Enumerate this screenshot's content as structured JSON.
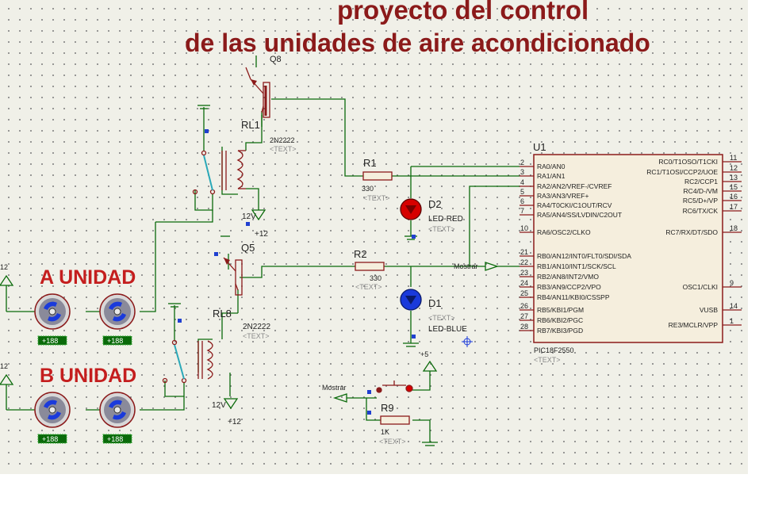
{
  "title": {
    "line1": "proyecto del control",
    "line2": "de las unidades de aire acondicionado"
  },
  "units": {
    "a_label": "A UNIDAD",
    "b_label": "B UNIDAD",
    "motor_readout": "+188"
  },
  "components": {
    "q8": {
      "ref": "Q8",
      "model": "2N2222",
      "text": "<TEXT>"
    },
    "q5": {
      "ref": "Q5",
      "model": "2N2222",
      "text": "<TEXT>"
    },
    "rl1": {
      "ref": "RL1",
      "coil": "12V"
    },
    "rl8": {
      "ref": "RL8",
      "coil": "12V"
    },
    "r1": {
      "ref": "R1",
      "value": "330",
      "text": "<TEXT>"
    },
    "r2": {
      "ref": "R2",
      "value": "330",
      "text": "<TEXT>"
    },
    "r9": {
      "ref": "R9",
      "value": "1K",
      "text": "<TEXT>"
    },
    "d2": {
      "ref": "D2",
      "model": "LED-RED",
      "text": "<TEXT>"
    },
    "d1": {
      "ref": "D1",
      "model": "LED-BLUE",
      "text": "<TEXT>"
    },
    "u1": {
      "ref": "U1",
      "model": "PIC18F2550",
      "text": "<TEXT>"
    }
  },
  "power": {
    "v12": "+12",
    "v5": "+5",
    "v12_left": "12"
  },
  "net_label": "Mostrar",
  "pic_left_pins": [
    {
      "num": "2",
      "name": "RA0/AN0"
    },
    {
      "num": "3",
      "name": "RA1/AN1"
    },
    {
      "num": "4",
      "name": "RA2/AN2/VREF-/CVREF"
    },
    {
      "num": "5",
      "name": "RA3/AN3/VREF+"
    },
    {
      "num": "6",
      "name": "RA4/T0CKI/C1OUT/RCV"
    },
    {
      "num": "7",
      "name": "RA5/AN4/SS/LVDIN/C2OUT"
    },
    {
      "num": "10",
      "name": "RA6/OSC2/CLKO"
    },
    {
      "num": "21",
      "name": "RB0/AN12/INT0/FLT0/SDI/SDA"
    },
    {
      "num": "22",
      "name": "RB1/AN10/INT1/SCK/SCL"
    },
    {
      "num": "23",
      "name": "RB2/AN8/INT2/VMO"
    },
    {
      "num": "24",
      "name": "RB3/AN9/CCP2/VPO"
    },
    {
      "num": "25",
      "name": "RB4/AN11/KBI0/CSSPP"
    },
    {
      "num": "26",
      "name": "RB5/KBI1/PGM"
    },
    {
      "num": "27",
      "name": "RB6/KBI2/PGC"
    },
    {
      "num": "28",
      "name": "RB7/KBI3/PGD"
    }
  ],
  "pic_right_pins": [
    {
      "num": "11",
      "name": "RC0/T1OSO/T1CKI"
    },
    {
      "num": "12",
      "name": "RC1/T1OSI/CCP2/UOE"
    },
    {
      "num": "13",
      "name": "RC2/CCP1"
    },
    {
      "num": "15",
      "name": "RC4/D-/VM"
    },
    {
      "num": "16",
      "name": "RC5/D+/VP"
    },
    {
      "num": "17",
      "name": "RC6/TX/CK"
    },
    {
      "num": "18",
      "name": "RC7/RX/DT/SDO"
    },
    {
      "num": "9",
      "name": "OSC1/CLKI"
    },
    {
      "num": "14",
      "name": "VUSB"
    },
    {
      "num": "1",
      "name": "RE3/MCLR/VPP"
    }
  ],
  "colors": {
    "wire": "#0a6a0a",
    "title": "#8b1a1a",
    "unit_label": "#c41e1e",
    "component": "#8b1a1a",
    "chip_fill": "#f5eedd",
    "led_red": "#d60000",
    "led_blue": "#1a3adb",
    "readout_bg": "#0a6a0a",
    "readout_text": "#ffffff"
  }
}
